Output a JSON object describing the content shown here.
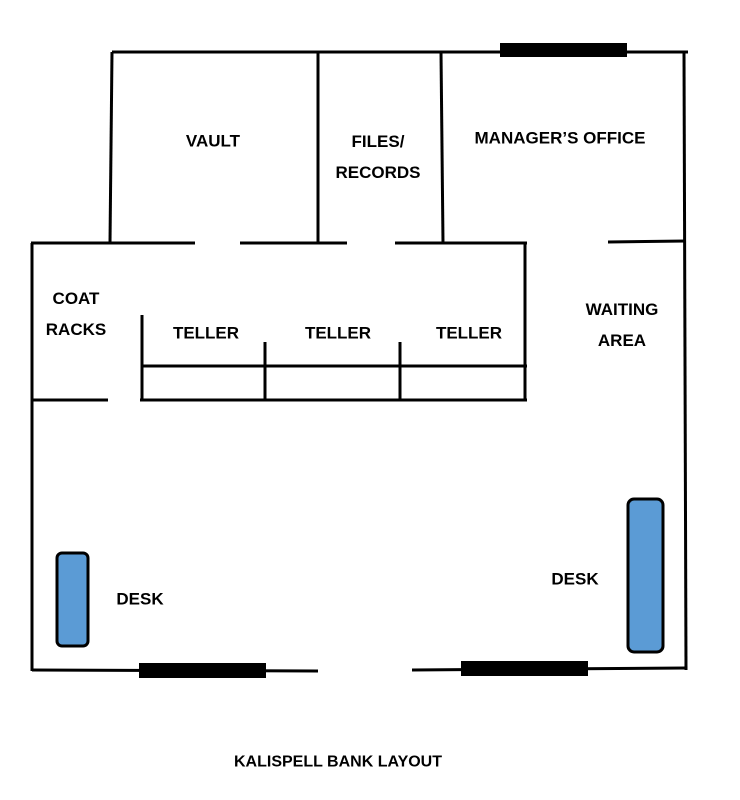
{
  "diagram": {
    "title": "KALISPELL BANK LAYOUT",
    "colors": {
      "wall": "#000000",
      "window": "#000000",
      "desk_fill": "#5b9bd5",
      "desk_stroke": "#000000",
      "background": "#ffffff"
    },
    "rooms": {
      "vault": "VAULT",
      "files_line1": "FILES/",
      "files_line2": "RECORDS",
      "manager": "MANAGER’S OFFICE",
      "coat_line1": "COAT",
      "coat_line2": "RACKS",
      "teller_1": "TELLER",
      "teller_2": "TELLER",
      "teller_3": "TELLER",
      "waiting_line1": "WAITING",
      "waiting_line2": "AREA"
    },
    "furniture": {
      "desk_left": "DESK",
      "desk_right": "DESK"
    }
  }
}
